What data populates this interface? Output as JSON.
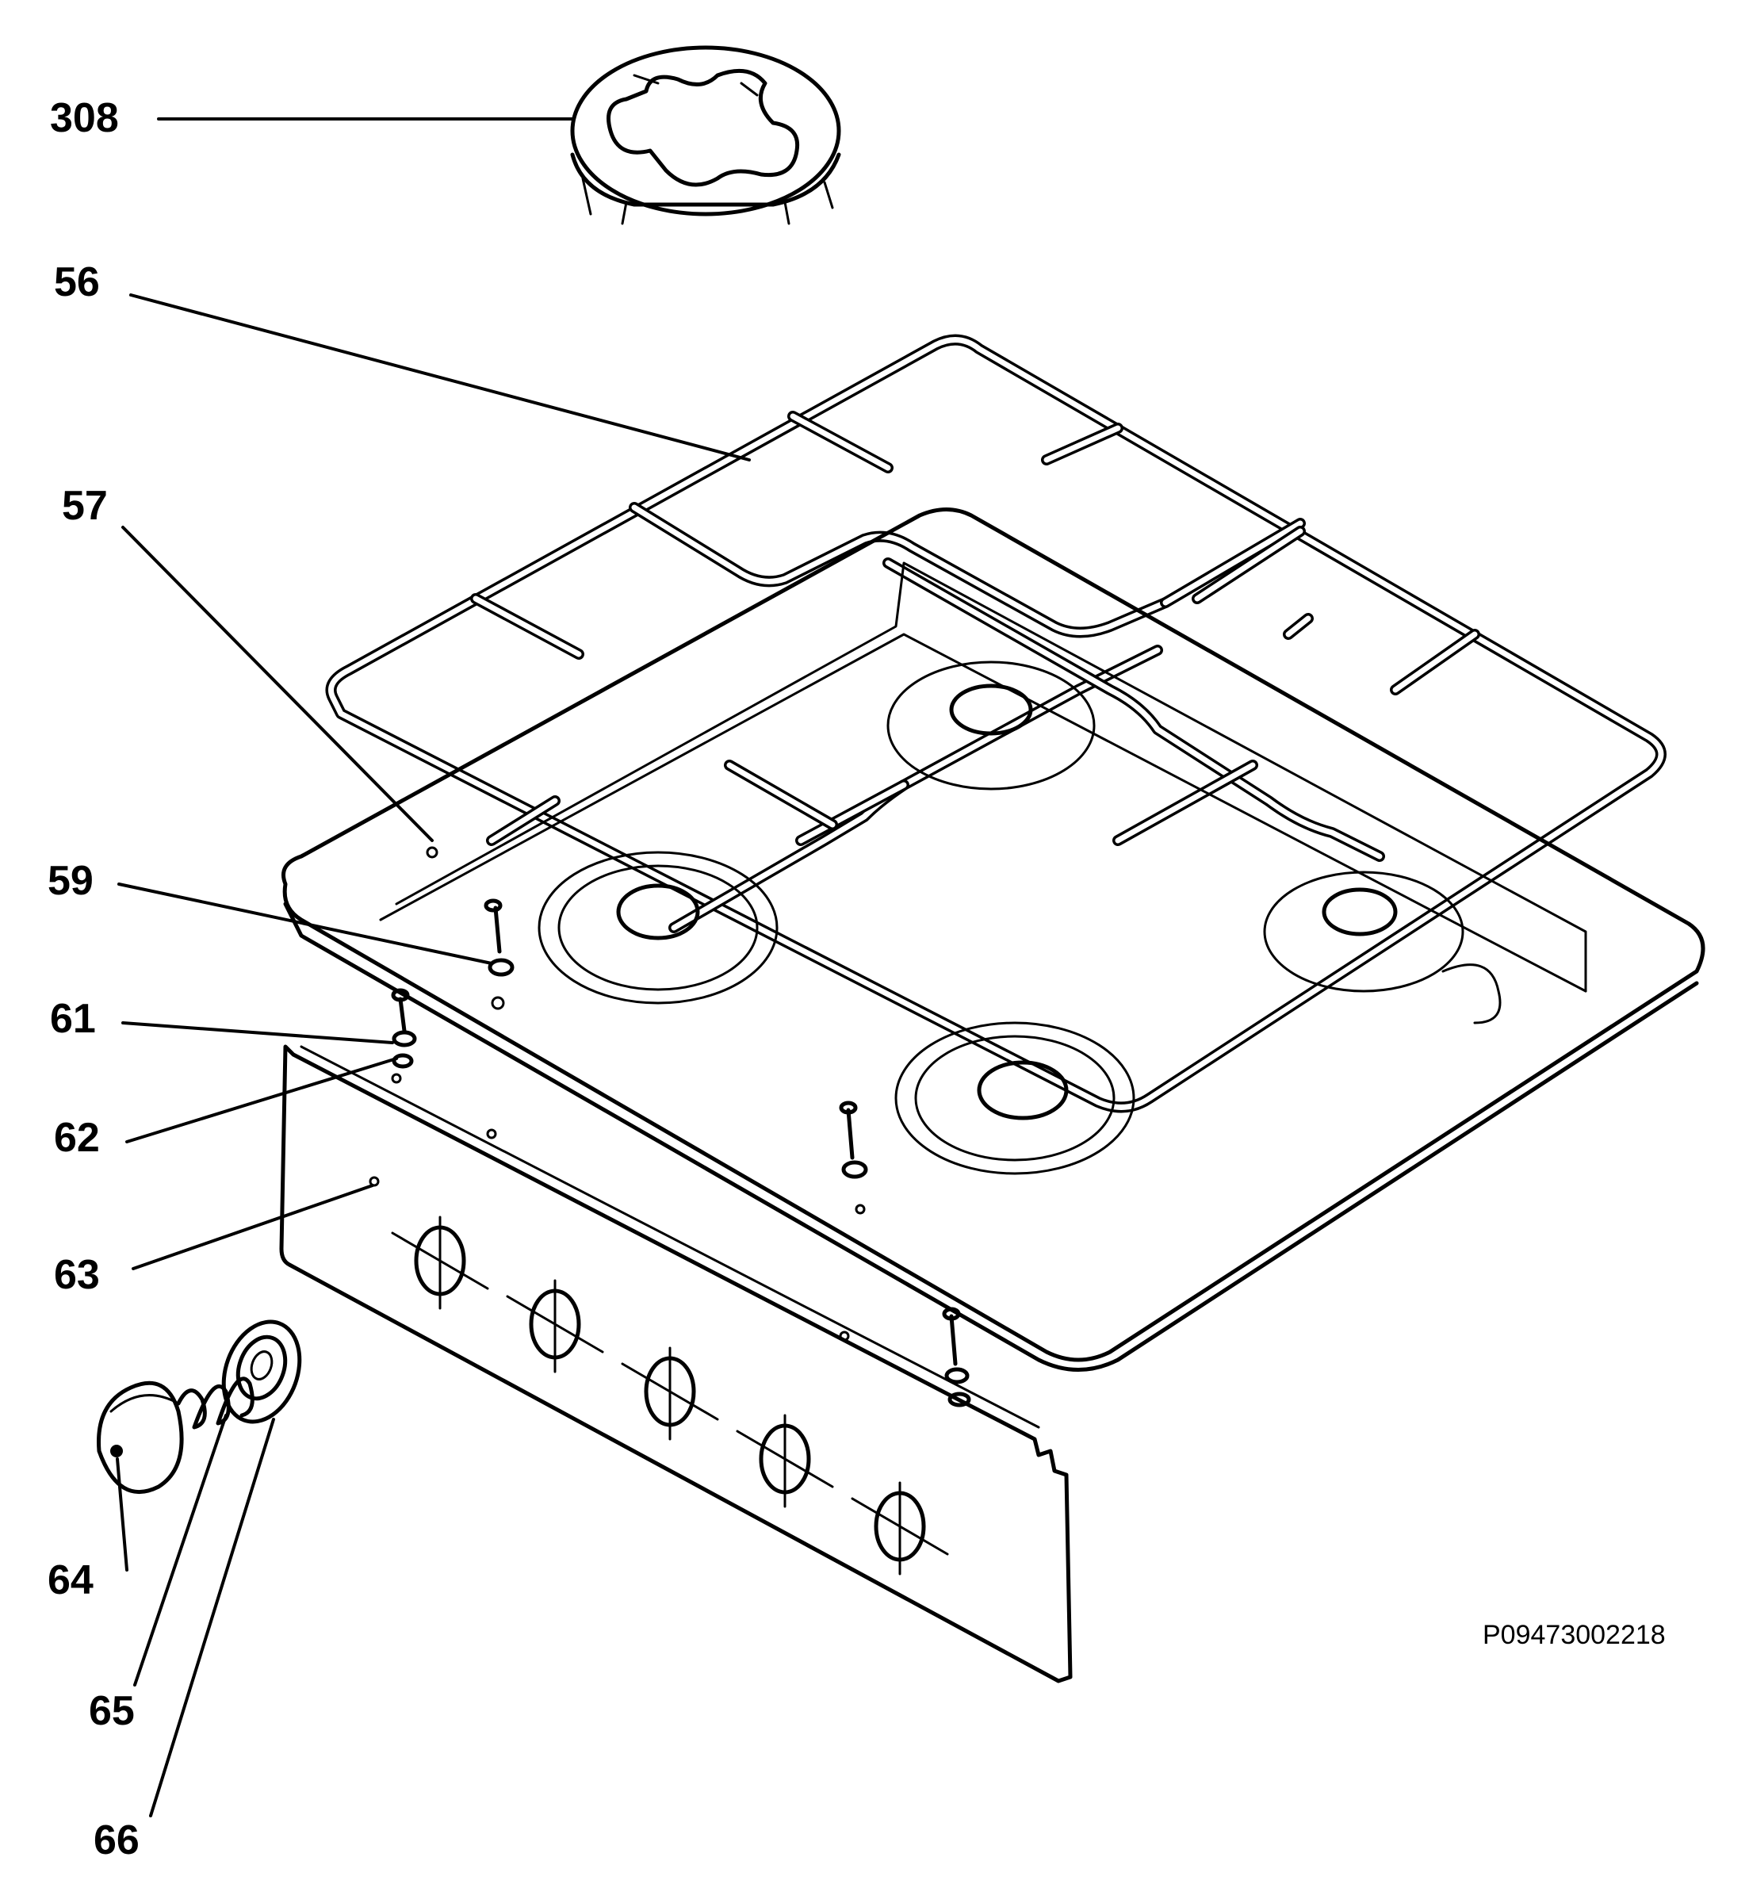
{
  "callouts": {
    "c308": "308",
    "c56": "56",
    "c57": "57",
    "c59": "59",
    "c61": "61",
    "c62": "62",
    "c63": "63",
    "c64": "64",
    "c65": "65",
    "c66": "66"
  },
  "drawing_code": "P09473002218"
}
